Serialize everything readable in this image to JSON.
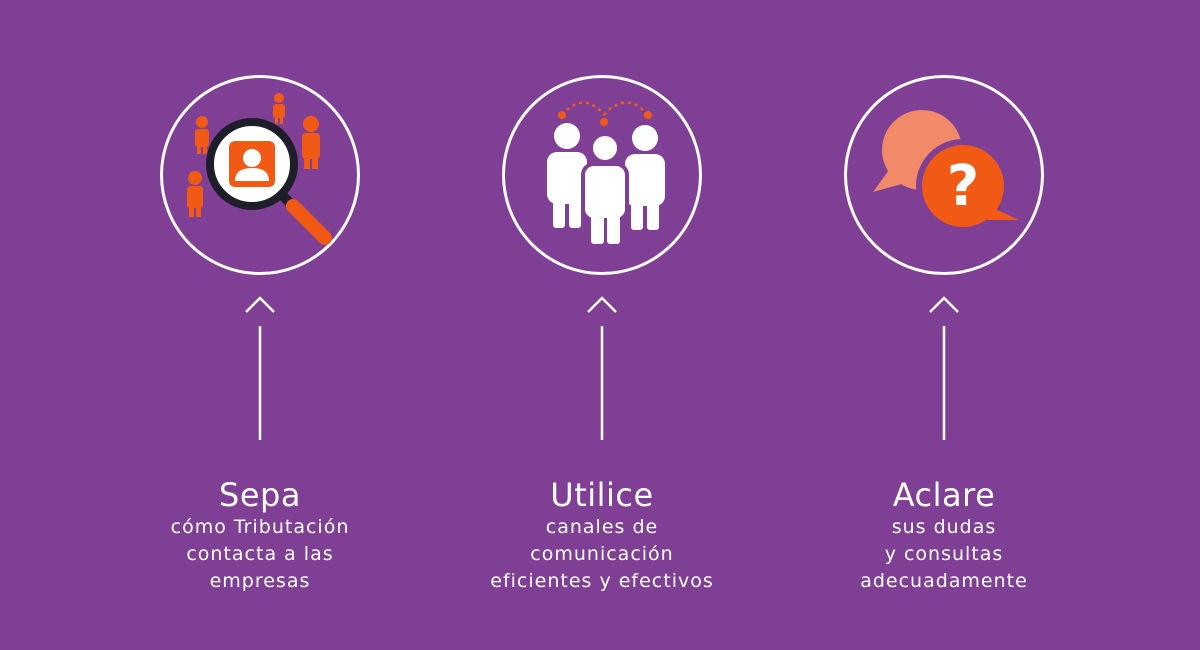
{
  "colors": {
    "background": "#7f3f95",
    "accent_orange": "#f05a14",
    "salmon": "#f28a6a",
    "white": "#ffffff",
    "dark": "#1e1e2a"
  },
  "items": [
    {
      "icon": "magnifier-people-icon",
      "title": "Sepa",
      "lines": [
        "cómo Tributación",
        "contacta a las",
        "empresas"
      ]
    },
    {
      "icon": "group-people-icon",
      "title": "Utilice",
      "lines": [
        "canales de",
        "comunicación",
        "eficientes y efectivos"
      ]
    },
    {
      "icon": "question-chat-icon",
      "title": "Aclare",
      "lines": [
        "sus dudas",
        "y consultas",
        "adecuadamente"
      ]
    }
  ]
}
